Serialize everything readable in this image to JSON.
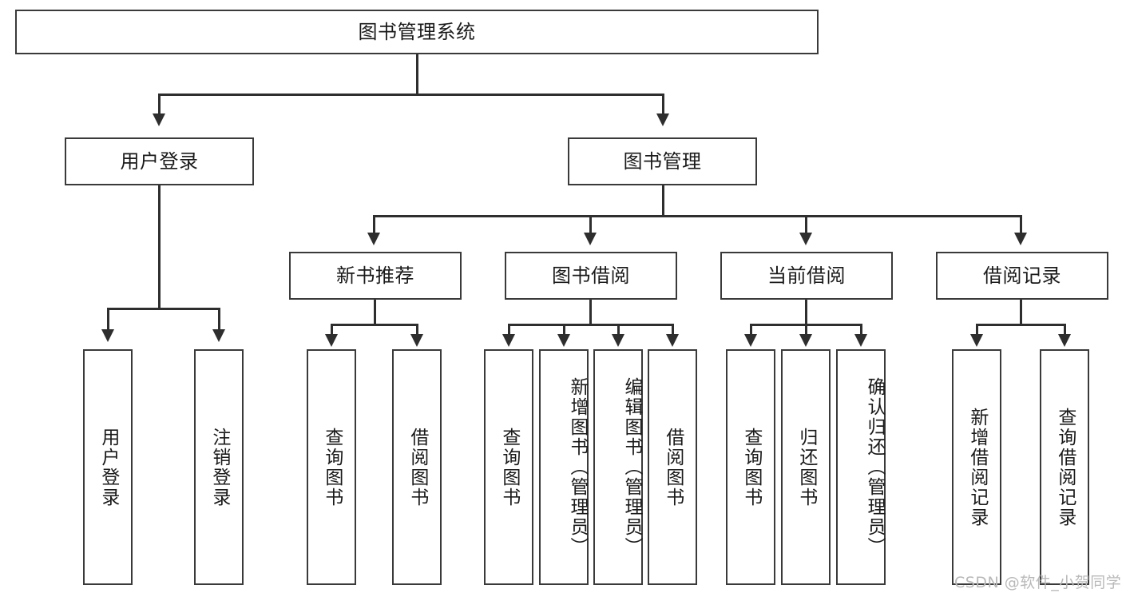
{
  "diagram": {
    "title_node": {
      "label": "图书管理系统"
    },
    "level2": [
      {
        "id": "user-login",
        "label": "用户登录"
      },
      {
        "id": "book-management",
        "label": "图书管理"
      }
    ],
    "level3": [
      {
        "id": "new-book-recommend",
        "label": "新书推荐"
      },
      {
        "id": "book-borrow",
        "label": "图书借阅"
      },
      {
        "id": "current-borrow",
        "label": "当前借阅"
      },
      {
        "id": "borrow-record",
        "label": "借阅记录"
      }
    ],
    "leaves": [
      {
        "id": "leaf-user-login",
        "label": "用户登录",
        "parent": "user-login"
      },
      {
        "id": "leaf-logout",
        "label": "注销登录",
        "parent": "user-login"
      },
      {
        "id": "leaf-query-book-1",
        "label": "查询图书",
        "parent": "new-book-recommend"
      },
      {
        "id": "leaf-borrow-book-1",
        "label": "借阅图书",
        "parent": "new-book-recommend"
      },
      {
        "id": "leaf-query-book-2",
        "label": "查询图书",
        "parent": "book-borrow"
      },
      {
        "id": "leaf-add-book",
        "label": "新增图书（管理员）",
        "parent": "book-borrow"
      },
      {
        "id": "leaf-edit-book",
        "label": "编辑图书（管理员）",
        "parent": "book-borrow"
      },
      {
        "id": "leaf-borrow-book-2",
        "label": "借阅图书",
        "parent": "book-borrow"
      },
      {
        "id": "leaf-query-book-3",
        "label": "查询图书",
        "parent": "current-borrow"
      },
      {
        "id": "leaf-return-book",
        "label": "归还图书",
        "parent": "current-borrow"
      },
      {
        "id": "leaf-confirm-return",
        "label": "确认归还（管理员）",
        "parent": "current-borrow"
      },
      {
        "id": "leaf-add-record",
        "label": "新增借阅记录",
        "parent": "borrow-record"
      },
      {
        "id": "leaf-query-record",
        "label": "查询借阅记录",
        "parent": "borrow-record"
      }
    ],
    "watermark": "CSDN @软件_小贺同学",
    "colors": {
      "border": "#3a3a3a",
      "edge": "#2e2e2e",
      "background": "#ffffff",
      "text": "#1a1a1a",
      "watermark": "#b9b9b9"
    }
  }
}
